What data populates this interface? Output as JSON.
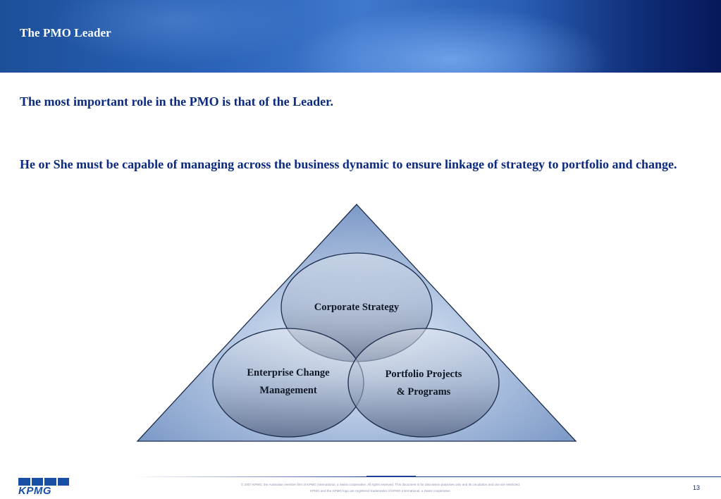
{
  "header": {
    "title": "The PMO Leader"
  },
  "body": {
    "line_1": "The most important role in the PMO is that of the Leader.",
    "line_2": "He or She must be capable of managing across the business dynamic to ensure linkage of strategy to portfolio and change."
  },
  "diagram": {
    "top_circle": "Corporate Strategy",
    "left_circle": [
      "Enterprise Change",
      "Management"
    ],
    "right_circle": [
      "Portfolio Projects",
      "& Programs"
    ]
  },
  "footer": {
    "legal_1": "© 2007 KPMG, the Australian member firm of KPMG International, a Swiss cooperative. All rights reserved. This document is for discussion purposes only and its circulation and use are restricted.",
    "legal_2": "KPMG and the KPMG logo are registered trademarks of KPMG International, a Swiss cooperative.",
    "page_number": "13",
    "logo_text": "KPMG"
  },
  "colors": {
    "title_text": "#0b2a80",
    "header_dark": "#06185a",
    "header_light": "#3f78cc",
    "triangle_fill": "#8ea9d1",
    "circle_dark": "#6f7f9c",
    "brand_blue": "#1a4fa6"
  }
}
